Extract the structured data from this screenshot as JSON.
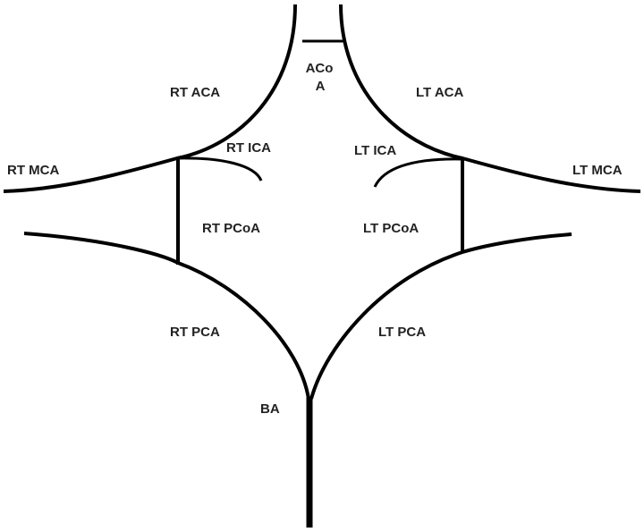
{
  "labels": {
    "acoa_line1": "ACo",
    "acoa_line2": "A",
    "rt_aca": "RT ACA",
    "lt_aca": "LT ACA",
    "rt_ica": "RT ICA",
    "lt_ica": "LT ICA",
    "rt_mca": "RT MCA",
    "lt_mca": "LT MCA",
    "rt_pcoa": "RT PCoA",
    "lt_pcoa": "LT PCoA",
    "rt_pca": "RT PCA",
    "lt_pca": "LT PCA",
    "ba": "BA"
  },
  "colors": {
    "vessel": "#000000",
    "label": "#222222",
    "background": "#ffffff"
  }
}
